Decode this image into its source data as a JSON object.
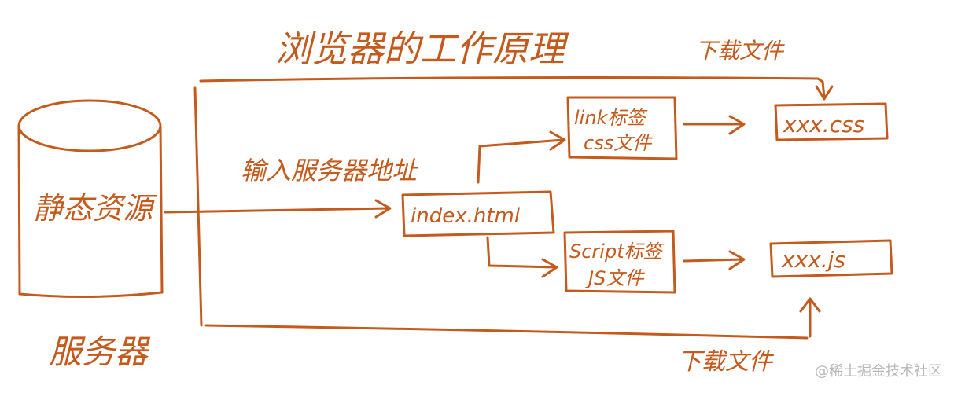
{
  "title": "浏览器的工作原理",
  "server": {
    "resource_label": "静态资源",
    "caption": "服务器"
  },
  "flow": {
    "input_label": "输入服务器地址",
    "index_file": "index.html",
    "link_tag": {
      "line1": "link标签",
      "line2": "css文件"
    },
    "script_tag": {
      "line1": "Script标签",
      "line2": "JS文件"
    },
    "css_file": "xxx.css",
    "js_file": "xxx.js",
    "download_top": "下载文件",
    "download_bottom": "下载文件"
  },
  "watermark": "@稀土掘金技术社区",
  "colors": {
    "ink": "#c45a1c",
    "watermark": "#b8b8b8",
    "background": "#ffffff"
  }
}
